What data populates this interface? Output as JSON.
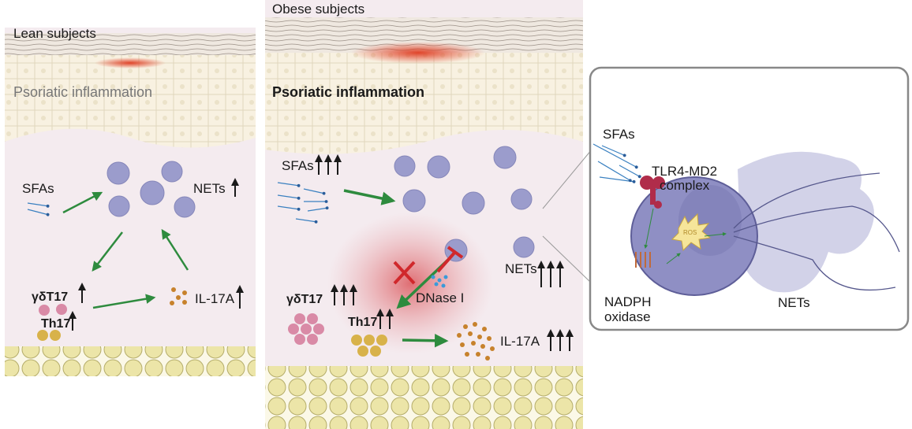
{
  "lean": {
    "title": "Lean subjects",
    "inflammation": "Psoriatic inflammation",
    "sfas": "SFAs",
    "nets": "NETs",
    "gdt17": "γδT17",
    "th17": "Th17",
    "il17a": "IL-17A"
  },
  "obese": {
    "title": "Obese subjects",
    "inflammation": "Psoriatic inflammation",
    "sfas": "SFAs",
    "nets": "NETs",
    "gdt17": "γδT17",
    "th17": "Th17",
    "il17a": "IL-17A",
    "dnase": "DNase I"
  },
  "inset": {
    "sfas": "SFAs",
    "tlr4_line1": "TLR4-MD2",
    "tlr4_line2": "complex",
    "ros": "ROS",
    "nadph_line1": "NADPH",
    "nadph_line2": "oxidase",
    "nets": "NETs"
  },
  "colors": {
    "arrow_green": "#2e8b3e",
    "inhibit_red": "#d0282c",
    "neutrophil": "#9b9ccc",
    "dermis": "#f4ebef",
    "epidermis": "#f7f0e0",
    "fat": "#e9e3a6"
  }
}
